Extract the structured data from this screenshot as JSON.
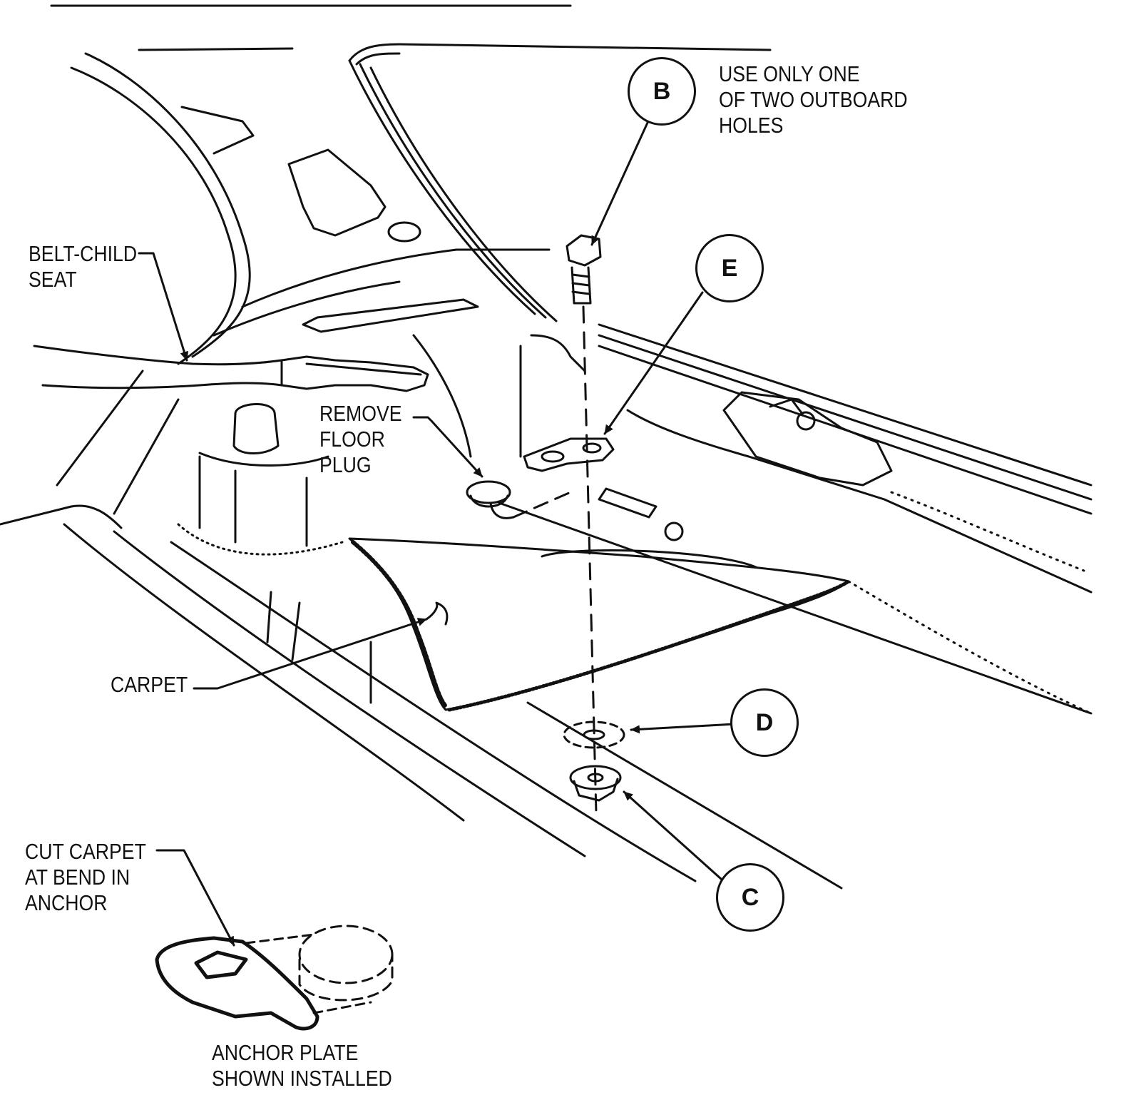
{
  "labels": {
    "belt_child_seat": [
      "BELT-CHILD",
      "SEAT"
    ],
    "use_only_one": [
      "USE ONLY ONE",
      "OF TWO OUTBOARD",
      "HOLES"
    ],
    "remove_floor_plug": [
      "REMOVE",
      "FLOOR",
      "PLUG"
    ],
    "carpet": "CARPET",
    "cut_carpet": [
      "CUT CARPET",
      "AT BEND IN",
      "ANCHOR"
    ],
    "anchor_plate": [
      "ANCHOR PLATE",
      "SHOWN INSTALLED"
    ]
  },
  "callouts": {
    "b": "B",
    "e": "E",
    "d": "D",
    "c": "C"
  },
  "colors": {
    "ink": "#111111",
    "paper": "#ffffff"
  }
}
